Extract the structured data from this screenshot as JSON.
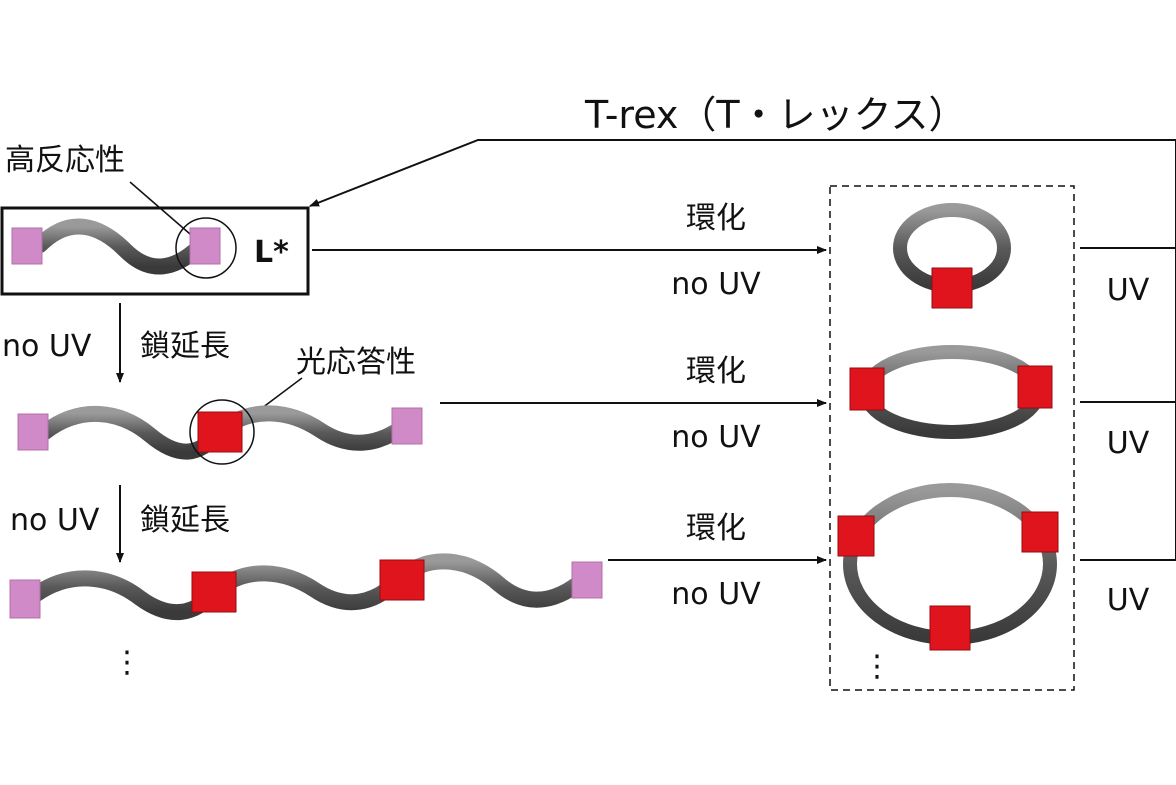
{
  "title": "T-rex（T・レックス）",
  "label_high_reactivity": "高反応性",
  "label_photoresponsive": "光応答性",
  "label_lstar": "L*",
  "chain_step_1": {
    "condition": "no UV",
    "action": "鎖延長"
  },
  "chain_step_2": {
    "condition": "no UV",
    "action": "鎖延長"
  },
  "cyclization_rows": [
    {
      "top": "環化",
      "bottom": "no UV",
      "right": "UV"
    },
    {
      "top": "環化",
      "bottom": "no UV",
      "right": "UV"
    },
    {
      "top": "環化",
      "bottom": "no UV",
      "right": "UV"
    }
  ],
  "continuation_left": "⋮",
  "continuation_right": "⋮",
  "colors": {
    "tube": "#6a6a6a",
    "end_block": "#d08ac8",
    "photo_block": "#e0141c",
    "line": "#111111"
  }
}
